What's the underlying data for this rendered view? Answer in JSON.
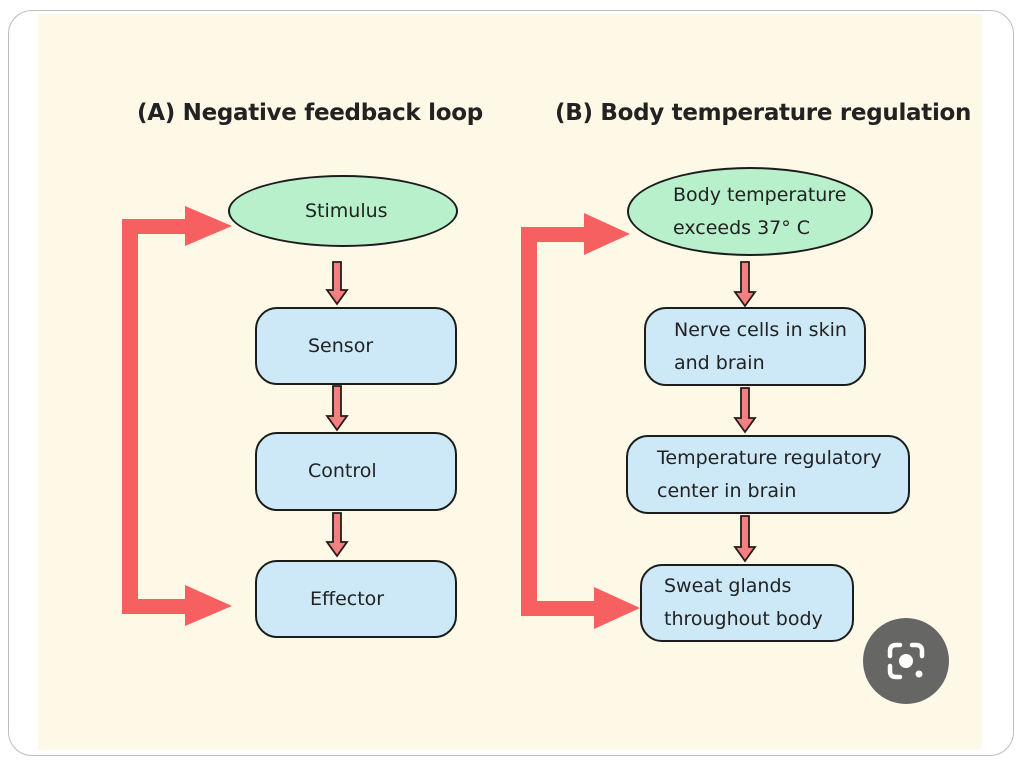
{
  "titles": {
    "a": "(A) Negative feedback loop",
    "b": "(B) Body temperature regulation"
  },
  "loop_a": {
    "stimulus": "Stimulus",
    "sensor": "Sensor",
    "control": "Control",
    "effector": "Effector"
  },
  "loop_b": {
    "stimulus": "Body temperature\nexceeds 37° C",
    "sensor": "Nerve cells in skin\nand brain",
    "control": "Temperature regulatory\ncenter in brain",
    "effector": "Sweat glands\nthroughout body"
  },
  "colors": {
    "background": "#fdf9e6",
    "ellipse_fill": "#b8f0cc",
    "box_fill": "#cde9f7",
    "feedback_arrow": "#f76060",
    "down_arrow": "#f38181"
  },
  "overlay": {
    "icon": "google-lens-icon"
  }
}
